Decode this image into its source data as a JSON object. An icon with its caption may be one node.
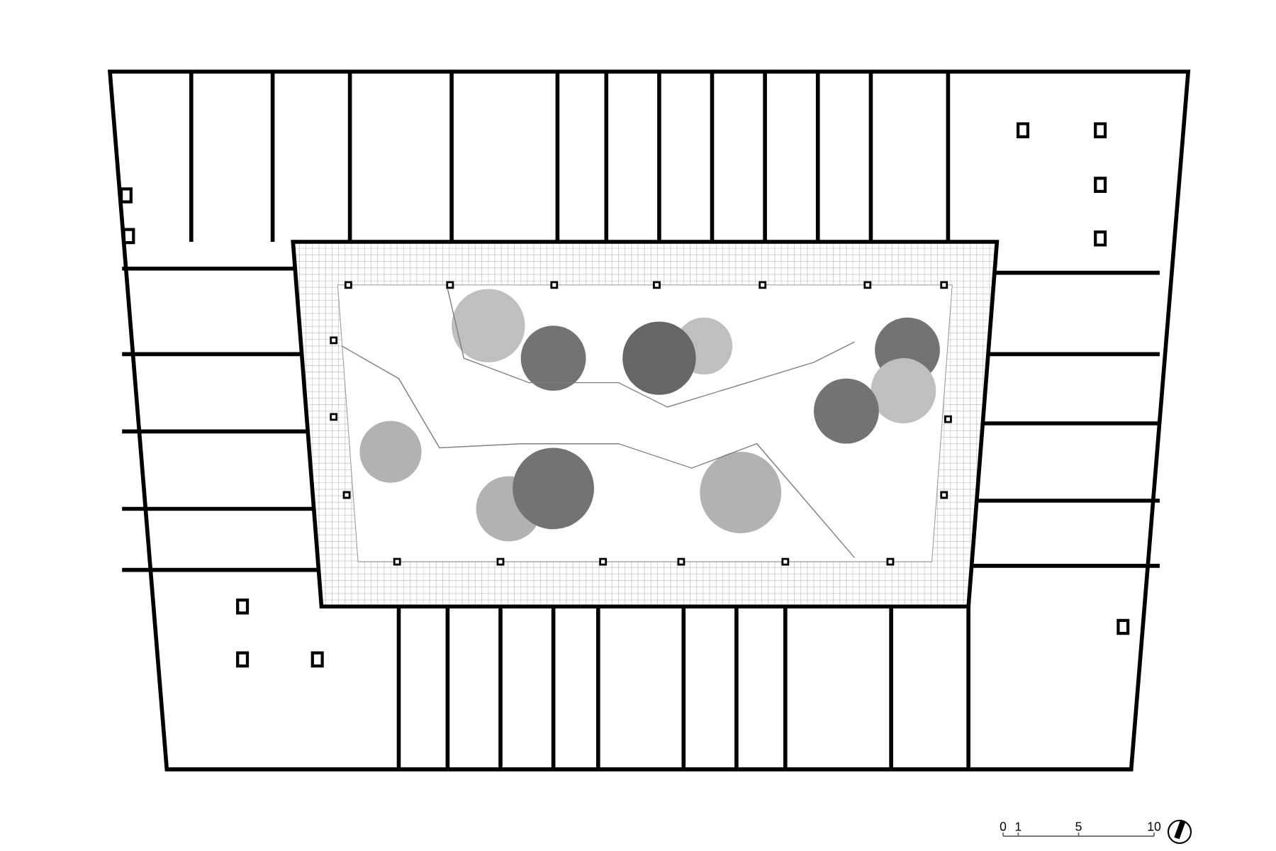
{
  "diagram": {
    "labels": [
      "0",
      "1",
      "5",
      "10"
    ]
  }
}
